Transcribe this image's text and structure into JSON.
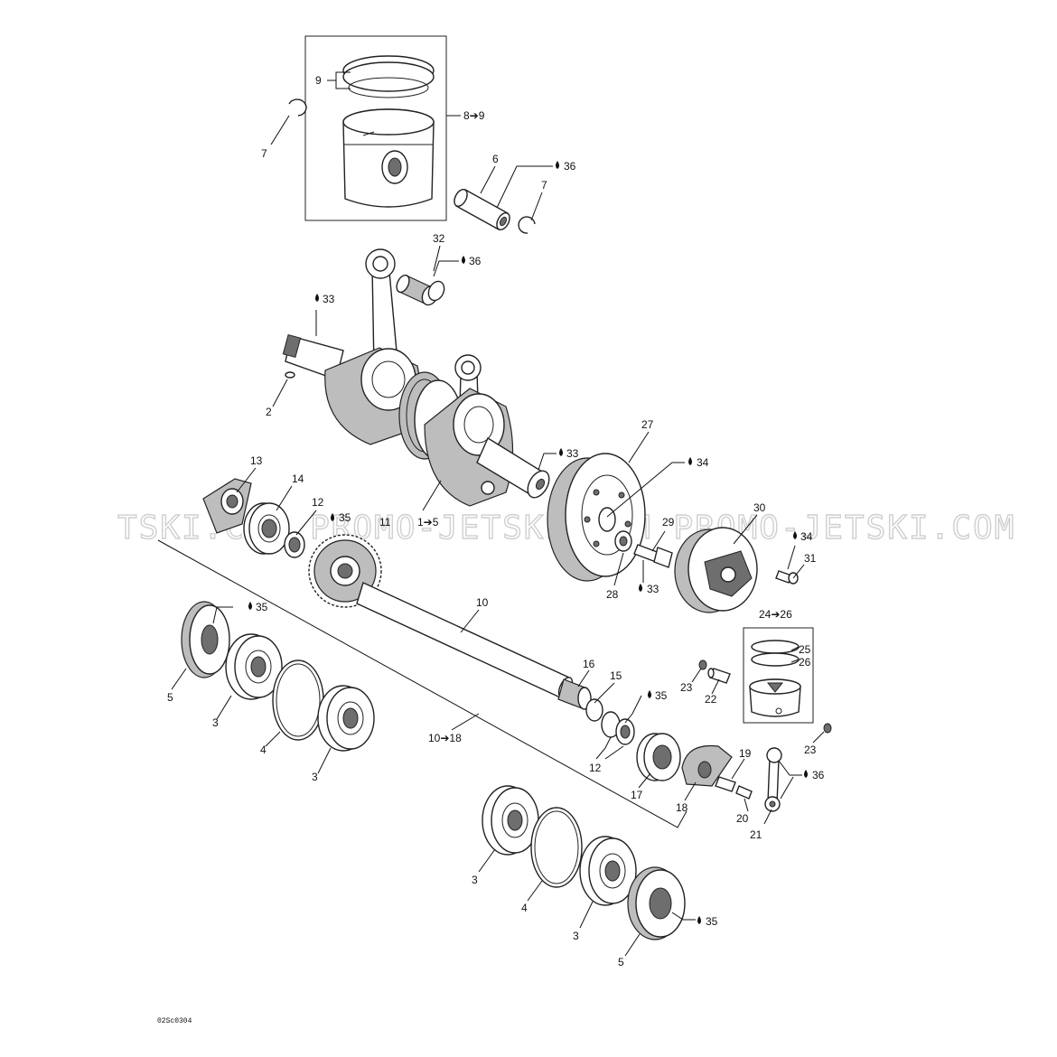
{
  "drawing_code": "02Sc0304",
  "watermark": "TSKI.COM  PROMO-JETSKI.COM  PROMO-JETSKI.COM",
  "callouts": {
    "c9": "9",
    "c8_9": "8➔9",
    "c7a": "7",
    "c6": "6",
    "c7b": "7",
    "c32": "32",
    "c33a": "33",
    "c2": "2",
    "c27": "27",
    "c34a": "34",
    "c33b": "33",
    "c13": "13",
    "c14": "14",
    "c12a": "12",
    "c35a": "35",
    "c11": "11",
    "c1_5": "1➔5",
    "c29": "29",
    "c30": "30",
    "c34b": "34",
    "c31": "31",
    "c28": "28",
    "c33c": "33",
    "c35b": "35",
    "c10": "10",
    "c24_26": "24➔26",
    "c25": "25",
    "c26": "26",
    "c5a": "5",
    "c3a": "3",
    "c4a": "4",
    "c3b": "3",
    "c10_18": "10➔18",
    "c16": "16",
    "c15": "15",
    "c35c": "35",
    "c23a": "23",
    "c22": "22",
    "c12b": "12",
    "c17": "17",
    "c18": "18",
    "c19": "19",
    "c20": "20",
    "c21": "21",
    "c23b": "23",
    "c36a": "36",
    "c36b": "36",
    "c36c": "36",
    "c3c": "3",
    "c4b": "4",
    "c3d": "3",
    "c5b": "5",
    "c35d": "35"
  }
}
